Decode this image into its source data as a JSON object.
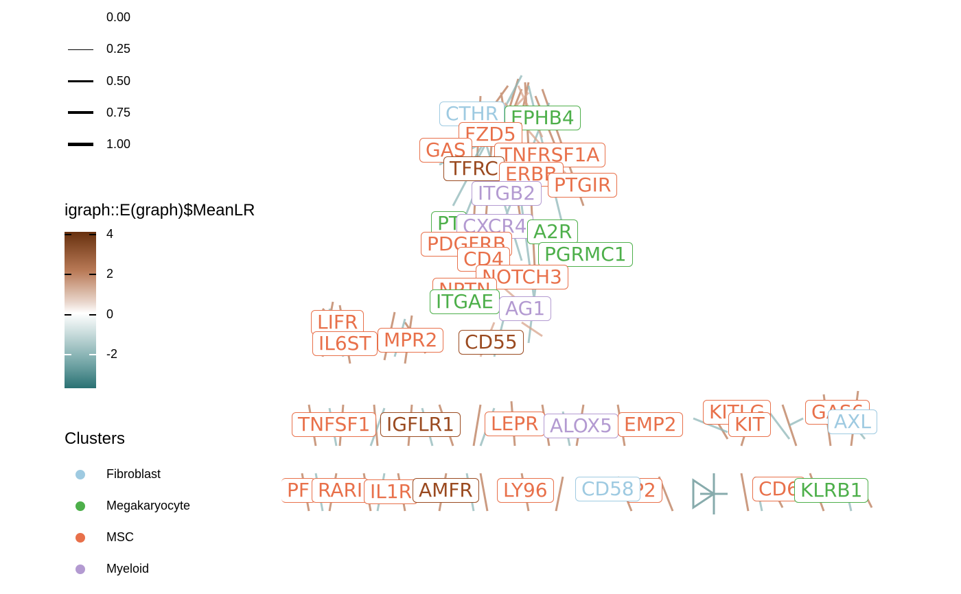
{
  "width_legend": {
    "labels": [
      "0.00",
      "0.25",
      "0.50",
      "0.75",
      "1.00"
    ]
  },
  "color_legend": {
    "title": "igraph::E(graph)$MeanLR",
    "ticks": [
      "4",
      "2",
      "0",
      "-2"
    ],
    "low_color": "#2a7173",
    "mid_color": "#ffffff",
    "high_color": "#67300e"
  },
  "cluster_legend": {
    "title": "Clusters",
    "items": [
      {
        "label": "Fibroblast",
        "color": "#9ecae1"
      },
      {
        "label": "Megakaryocyte",
        "color": "#4daf4a"
      },
      {
        "label": "MSC",
        "color": "#e8704a"
      },
      {
        "label": "Myeloid",
        "color": "#b39ad1"
      }
    ]
  },
  "nodes": [
    {
      "label": "CTHR",
      "color": "#9ecae1"
    },
    {
      "label": "EPHB4",
      "color": "#4daf4a"
    },
    {
      "label": "FZD5",
      "color": "#e8704a"
    },
    {
      "label": "GAS",
      "color": "#e8704a"
    },
    {
      "label": "TNFRSF1A",
      "color": "#e8704a"
    },
    {
      "label": "TFRC",
      "color": "#9a4a20"
    },
    {
      "label": "ERBB",
      "color": "#e8704a"
    },
    {
      "label": "PTGIR",
      "color": "#e8704a"
    },
    {
      "label": "ITGB2",
      "color": "#b39ad1"
    },
    {
      "label": "PT",
      "color": "#4daf4a"
    },
    {
      "label": "CXCR4",
      "color": "#b39ad1"
    },
    {
      "label": "A2R",
      "color": "#4daf4a"
    },
    {
      "label": "PDGFRB",
      "color": "#e8704a"
    },
    {
      "label": "PGRMC1",
      "color": "#4daf4a"
    },
    {
      "label": "CD4",
      "color": "#e8704a"
    },
    {
      "label": "NOTCH3",
      "color": "#e8704a"
    },
    {
      "label": "NPTN",
      "color": "#e8704a"
    },
    {
      "label": "ITGAE",
      "color": "#4daf4a"
    },
    {
      "label": "AG1",
      "color": "#b39ad1"
    },
    {
      "label": "LIFR",
      "color": "#e8704a"
    },
    {
      "label": "IL6ST",
      "color": "#e8704a"
    },
    {
      "label": "MPR2",
      "color": "#e8704a"
    },
    {
      "label": "CD55",
      "color": "#9a4a20"
    },
    {
      "label": "TNFSF1",
      "color": "#e8704a"
    },
    {
      "label": "IGFLR1",
      "color": "#9a4a20"
    },
    {
      "label": "LEPR",
      "color": "#e8704a"
    },
    {
      "label": "ALOX5",
      "color": "#b39ad1"
    },
    {
      "label": "EMP2",
      "color": "#e8704a"
    },
    {
      "label": "KITLG",
      "color": "#e8704a"
    },
    {
      "label": "KIT",
      "color": "#e8704a"
    },
    {
      "label": "GAS6",
      "color": "#e8704a"
    },
    {
      "label": "AXL",
      "color": "#9ecae1"
    },
    {
      "label": "PF",
      "color": "#e8704a"
    },
    {
      "label": "RARI",
      "color": "#e8704a"
    },
    {
      "label": "IL1R",
      "color": "#e8704a"
    },
    {
      "label": "AMFR",
      "color": "#9a4a20"
    },
    {
      "label": "LY96",
      "color": "#e8704a"
    },
    {
      "label": "CD58",
      "color": "#9ecae1"
    },
    {
      "label": "P2",
      "color": "#e8704a"
    },
    {
      "label": "CD6",
      "color": "#e8704a"
    },
    {
      "label": "KLRB1",
      "color": "#4daf4a"
    }
  ]
}
